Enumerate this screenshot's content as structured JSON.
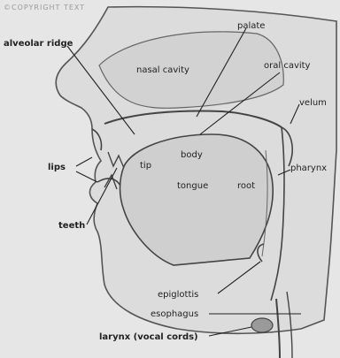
{
  "diagram": {
    "source_text": "©COPYRIGHT TEXT",
    "labels": {
      "alveolar_ridge": "alveolar ridge",
      "palate": "palate",
      "nasal_cavity": "nasal cavity",
      "oral_cavity": "oral cavity",
      "velum": "velum",
      "lips": "lips",
      "tip": "tip",
      "body": "body",
      "tongue": "tongue",
      "root": "root",
      "pharynx": "pharynx",
      "teeth": "teeth",
      "epiglottis": "epiglottis",
      "esophagus": "esophagus",
      "larynx": "larynx (vocal cords)"
    }
  }
}
